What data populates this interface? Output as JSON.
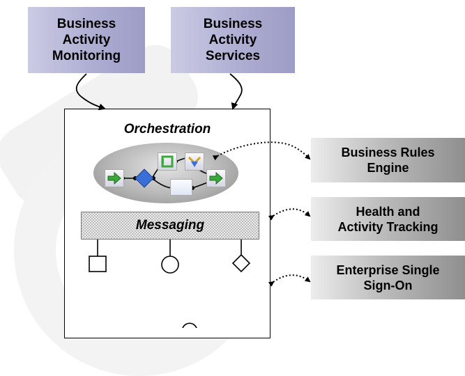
{
  "diagram": {
    "services": {
      "monitoring": "Business\nActivity\nMonitoring",
      "services": "Business\nActivity\nServices"
    },
    "engine": {
      "orchestration": "Orchestration",
      "messaging": "Messaging"
    },
    "side_services": {
      "rules_engine": "Business Rules\nEngine",
      "health_tracking": "Health and\nActivity Tracking",
      "single_sign_on": "Enterprise Single\nSign-On"
    }
  },
  "colors": {
    "service_box": "#b0b0d4",
    "side_box": "#bdbdbd",
    "ellipse": "#b6b6b6",
    "accent_blue": "#3a6fd8",
    "accent_green": "#3aa83a"
  },
  "icons": [
    "arrow-green-icon",
    "diamond-blue-icon",
    "loop-green-icon",
    "split-blue-icon",
    "box-blue-icon",
    "arrow-green-icon"
  ]
}
